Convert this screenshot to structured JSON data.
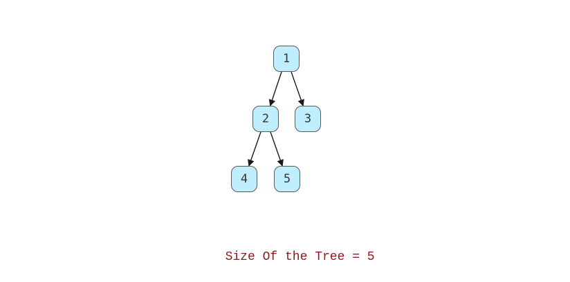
{
  "tree": {
    "nodes": [
      {
        "id": "1",
        "label": "1"
      },
      {
        "id": "2",
        "label": "2"
      },
      {
        "id": "3",
        "label": "3"
      },
      {
        "id": "4",
        "label": "4"
      },
      {
        "id": "5",
        "label": "5"
      }
    ],
    "edges": [
      {
        "from": "1",
        "to": "2"
      },
      {
        "from": "1",
        "to": "3"
      },
      {
        "from": "2",
        "to": "4"
      },
      {
        "from": "2",
        "to": "5"
      }
    ],
    "colors": {
      "node_fill": "#bfefff",
      "node_border": "#5a5a5a",
      "edge": "#1a1a1a",
      "caption": "#8b1a1a"
    }
  },
  "caption": {
    "text": "Size Of the Tree = 5"
  }
}
